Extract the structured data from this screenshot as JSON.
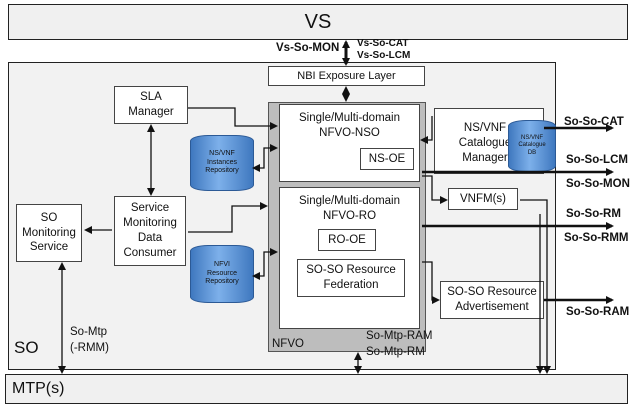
{
  "vs": "VS",
  "so": "SO",
  "mtp": "MTP(s)",
  "nbi": "NBI Exposure Layer",
  "sla": [
    "SLA",
    "Manager"
  ],
  "nsvnf_catalogue": [
    "NS/VNF",
    "Catalogue",
    "Manager"
  ],
  "catalogue_db": [
    "NS/VNF",
    "Catalogue",
    "DB"
  ],
  "instances_repo": [
    "NS/VNF",
    "Instances",
    "Repository"
  ],
  "nfvi_repo": [
    "NFVI",
    "Resource",
    "Repository"
  ],
  "nfvo_nso": [
    "Single/Multi-domain",
    "NFVO-NSO"
  ],
  "ns_oe": "NS-OE",
  "nfvo_ro": [
    "Single/Multi-domain",
    "NFVO-RO"
  ],
  "ro_oe": "RO-OE",
  "soso_fed": [
    "SO-SO Resource",
    "Federation"
  ],
  "nfvo_label": "NFVO",
  "so_monitoring": [
    "SO",
    "Monitoring",
    "Service"
  ],
  "smdc": [
    "Service",
    "Monitoring",
    "Data",
    "Consumer"
  ],
  "vnfm": "VNFM(s)",
  "soso_adv": [
    "SO-SO Resource",
    "Advertisement"
  ],
  "interfaces": {
    "vs_mon": "Vs-So-MON",
    "vs_cat": "Vs-So-CAT",
    "vs_lcm": "Vs-So-LCM",
    "soso_cat": "So-So-CAT",
    "soso_lcm": "So-So-LCM",
    "soso_mon": "So-So-MON",
    "soso_rm": "So-So-RM",
    "soso_rmm": "So-So-RMM",
    "soso_ram": "So-So-RAM",
    "so_mtp": "So-Mtp",
    "so_mtp_rmm": "(-RMM)",
    "so_mtp_ram": "So-Mtp-RAM",
    "so_mtp_rm": "So-Mtp-RM"
  }
}
